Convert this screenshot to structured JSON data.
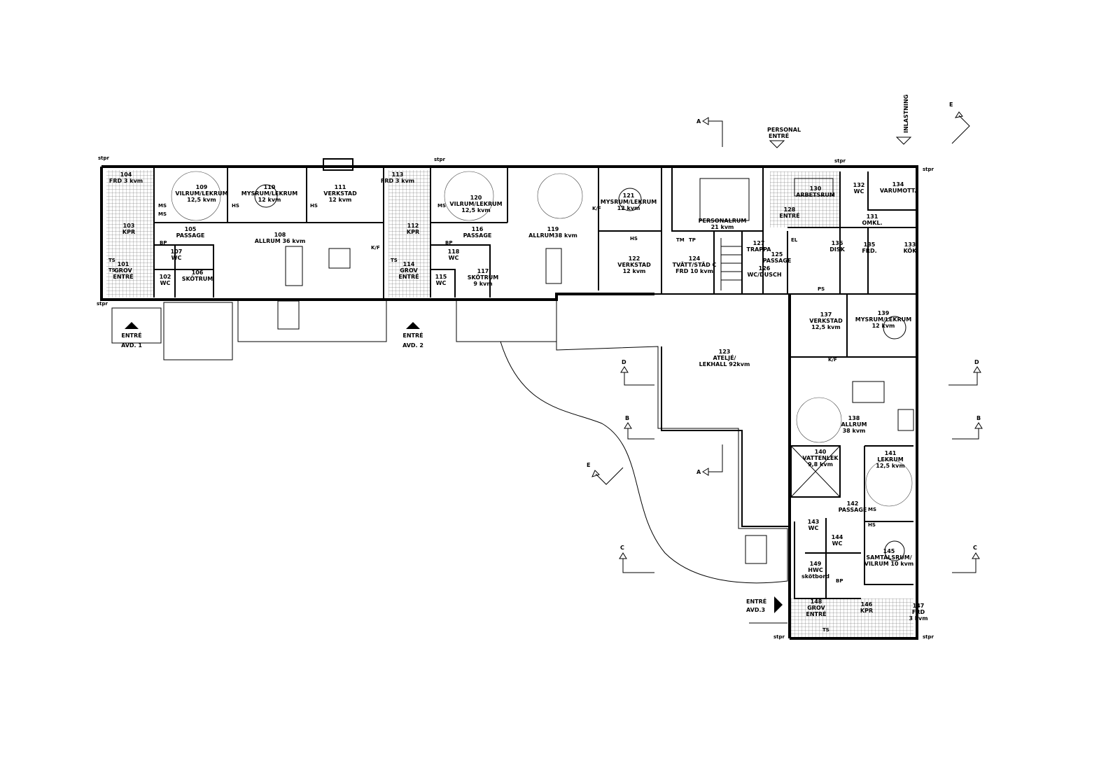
{
  "plan": {
    "rooms": [
      {
        "no": "104",
        "name": "FRD 3 kvm",
        "area": ""
      },
      {
        "no": "103",
        "name": "KPR",
        "area": ""
      },
      {
        "no": "101",
        "name": "GROV",
        "area": "ENTRÉ"
      },
      {
        "no": "109",
        "name": "VILRUM/LEKRUM",
        "area": "12,5 kvm"
      },
      {
        "no": "110",
        "name": "MYSRUM/LEKRUM",
        "area": "12 kvm"
      },
      {
        "no": "111",
        "name": "VERKSTAD",
        "area": "12 kvm"
      },
      {
        "no": "105",
        "name": "PASSAGE",
        "area": ""
      },
      {
        "no": "108",
        "name": "ALLRUM 36 kvm",
        "area": ""
      },
      {
        "no": "107",
        "name": "WC",
        "area": ""
      },
      {
        "no": "102",
        "name": "WC",
        "area": ""
      },
      {
        "no": "106",
        "name": "SKÖTRUM",
        "area": ""
      },
      {
        "no": "113",
        "name": "FRD 3 kvm",
        "area": ""
      },
      {
        "no": "112",
        "name": "KPR",
        "area": ""
      },
      {
        "no": "114",
        "name": "GROV",
        "area": "ENTRÉ"
      },
      {
        "no": "120",
        "name": "VILRUM/LEKRUM",
        "area": "12,5 kvm"
      },
      {
        "no": "116",
        "name": "PASSAGE",
        "area": ""
      },
      {
        "no": "118",
        "name": "WC",
        "area": ""
      },
      {
        "no": "115",
        "name": "WC",
        "area": ""
      },
      {
        "no": "117",
        "name": "SKÖTRUM",
        "area": "9 kvm"
      },
      {
        "no": "119",
        "name": "ALLRUM38 kvm",
        "area": ""
      },
      {
        "no": "121",
        "name": "MYSRUM/LEKRUM",
        "area": "12 kvm"
      },
      {
        "no": "122",
        "name": "VERKSTAD",
        "area": "12 kvm"
      },
      {
        "no": "",
        "name": "PERSONALRUM",
        "area": "21 kvm"
      },
      {
        "no": "124",
        "name": "TVÄTT/STÄD C",
        "area": "FRD 10 kvm"
      },
      {
        "no": "127",
        "name": "TRAPPA",
        "area": ""
      },
      {
        "no": "125",
        "name": "PASSAGE",
        "area": ""
      },
      {
        "no": "126",
        "name": "WC/DUSCH",
        "area": ""
      },
      {
        "no": "128",
        "name": "ENTRÉ",
        "area": ""
      },
      {
        "no": "130",
        "name": "ARBETSRUM",
        "area": ""
      },
      {
        "no": "131",
        "name": "OMKL.",
        "area": ""
      },
      {
        "no": "132",
        "name": "WC",
        "area": ""
      },
      {
        "no": "134",
        "name": "VARUMOTT.",
        "area": ""
      },
      {
        "no": "136",
        "name": "DISK",
        "area": ""
      },
      {
        "no": "135",
        "name": "FRD.",
        "area": ""
      },
      {
        "no": "133",
        "name": "KÖK",
        "area": ""
      },
      {
        "no": "137",
        "name": "VERKSTAD",
        "area": "12,5 kvm"
      },
      {
        "no": "139",
        "name": "MYSRUM/LEKRUM",
        "area": "12 kvm"
      },
      {
        "no": "123",
        "name": "ATELJÉ/",
        "area": "LEKHALL 92kvm"
      },
      {
        "no": "138",
        "name": "ALLRUM",
        "area": "38 kvm"
      },
      {
        "no": "140",
        "name": "VATTENLEK",
        "area": "9,8 kvm"
      },
      {
        "no": "141",
        "name": "LEKRUM",
        "area": "12,5 kvm"
      },
      {
        "no": "142",
        "name": "PASSAGE",
        "area": ""
      },
      {
        "no": "143",
        "name": "WC",
        "area": ""
      },
      {
        "no": "144",
        "name": "WC",
        "area": ""
      },
      {
        "no": "149",
        "name": "HWC",
        "area": "skötbord"
      },
      {
        "no": "145",
        "name": "SAMTALSRUM/",
        "area": "VILRUM 10 kvm"
      },
      {
        "no": "148",
        "name": "GROV",
        "area": "ENTRÉ"
      },
      {
        "no": "146",
        "name": "KPR",
        "area": ""
      },
      {
        "no": "147",
        "name": "FRD",
        "area": "3 kvm"
      }
    ],
    "entrances": {
      "avd1": "ENTRÉ",
      "avd1_sub": "AVD. 1",
      "avd2": "ENTRÉ",
      "avd2_sub": "AVD. 2",
      "avd3": "ENTRÉ",
      "avd3_sub": "AVD.3",
      "personal": "PERSONAL",
      "personal_sub": "ENTRÉ",
      "inlastning": "INLASTNING"
    },
    "section_markers": [
      "A",
      "A",
      "B",
      "B",
      "C",
      "C",
      "D",
      "D",
      "E",
      "E"
    ],
    "abbrev": {
      "stpr": "stpr",
      "ms": "MS",
      "hs": "HS",
      "ts": "TS",
      "bp": "BP",
      "kf": "K/F",
      "el": "EL",
      "ps": "PS",
      "tm": "TM",
      "tp": "TP"
    }
  }
}
